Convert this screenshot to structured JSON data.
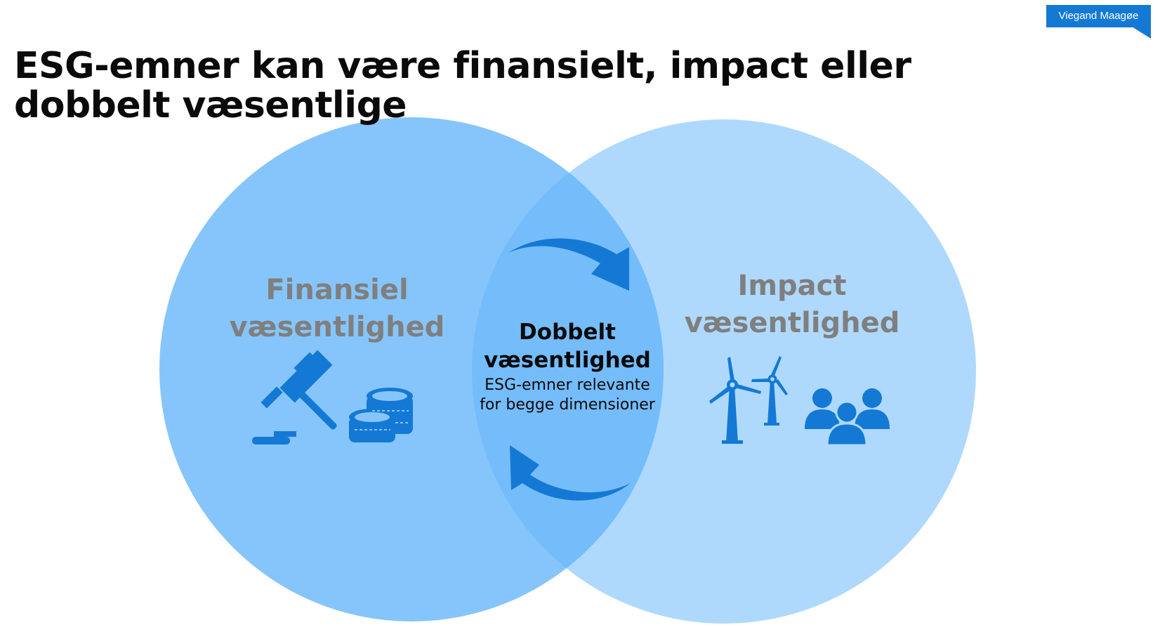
{
  "header": {
    "title": "ESG-emner kan være finansielt, impact eller dobbelt væsentlige",
    "brand": "Viegand Maagøe"
  },
  "venn": {
    "left": {
      "line1": "Finansiel",
      "line2": "væsentlighed",
      "icons": [
        "gavel-icon",
        "coins-icon"
      ]
    },
    "right": {
      "line1": "Impact",
      "line2": "væsentlighed",
      "icons": [
        "wind-turbine-icon",
        "people-group-icon"
      ]
    },
    "overlap": {
      "line1": "Dobbelt",
      "line2": "væsentlighed",
      "sub1": "ESG-emner relevante",
      "sub2": "for begge dimensioner",
      "icons": [
        "arrow-right-curved-icon",
        "arrow-left-curved-icon"
      ]
    }
  },
  "colors": {
    "left_circle": "#86c5fb",
    "right_circle": "#aed9fd",
    "overlap": "#75bcfb",
    "icon": "#1479d4",
    "label_gray": "#7f7f7f",
    "brand": "#1479d4"
  }
}
